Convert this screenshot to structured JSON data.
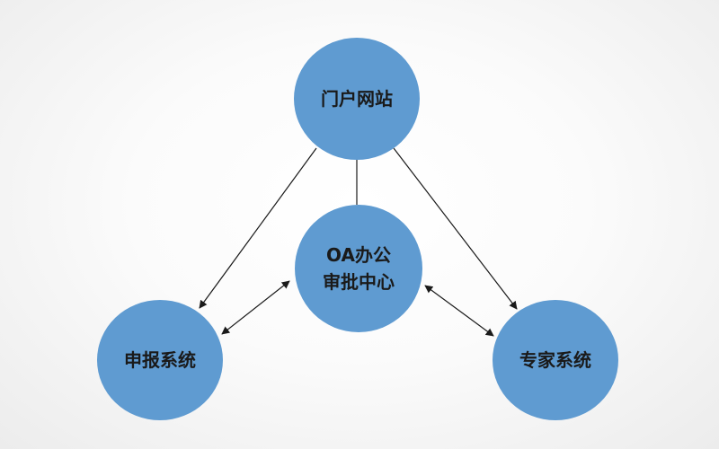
{
  "diagram": {
    "nodes": {
      "portal": {
        "label": "门户网站"
      },
      "oa": {
        "line1": "OA办公",
        "line2": "审批中心"
      },
      "apply": {
        "label": "申报系统"
      },
      "expert": {
        "label": "专家系统"
      }
    },
    "colors": {
      "node_fill": "#5f9bd1",
      "line": "#1a1a1a",
      "text": "#1a1a1a"
    },
    "edges": [
      {
        "from": "portal",
        "to": "apply",
        "arrow": "end"
      },
      {
        "from": "portal",
        "to": "expert",
        "arrow": "end"
      },
      {
        "from": "portal",
        "to": "oa",
        "arrow": "none"
      },
      {
        "from": "oa",
        "to": "apply",
        "arrow": "both"
      },
      {
        "from": "oa",
        "to": "expert",
        "arrow": "both"
      }
    ]
  }
}
